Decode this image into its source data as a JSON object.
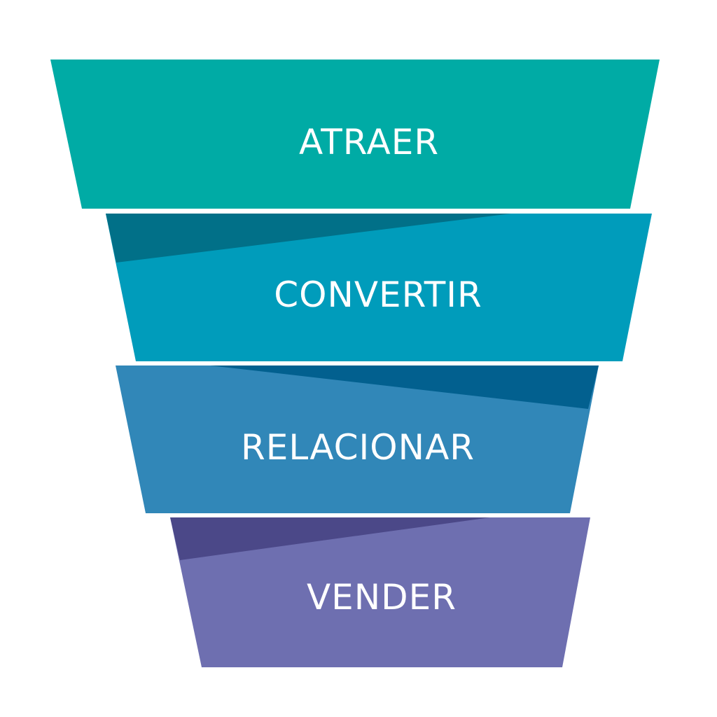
{
  "stages": [
    {
      "label": "ATRAER",
      "color": "#00aba5",
      "shade": null
    },
    {
      "label": "CONVERTIR",
      "color": "#009cbb",
      "shade": "#017088"
    },
    {
      "label": "RELACIONAR",
      "color": "#3187b8",
      "shade": "#02608f"
    },
    {
      "label": "VENDER",
      "color": "#6e6fb0",
      "shade": "#4b4888"
    }
  ],
  "background": "#ffffff"
}
